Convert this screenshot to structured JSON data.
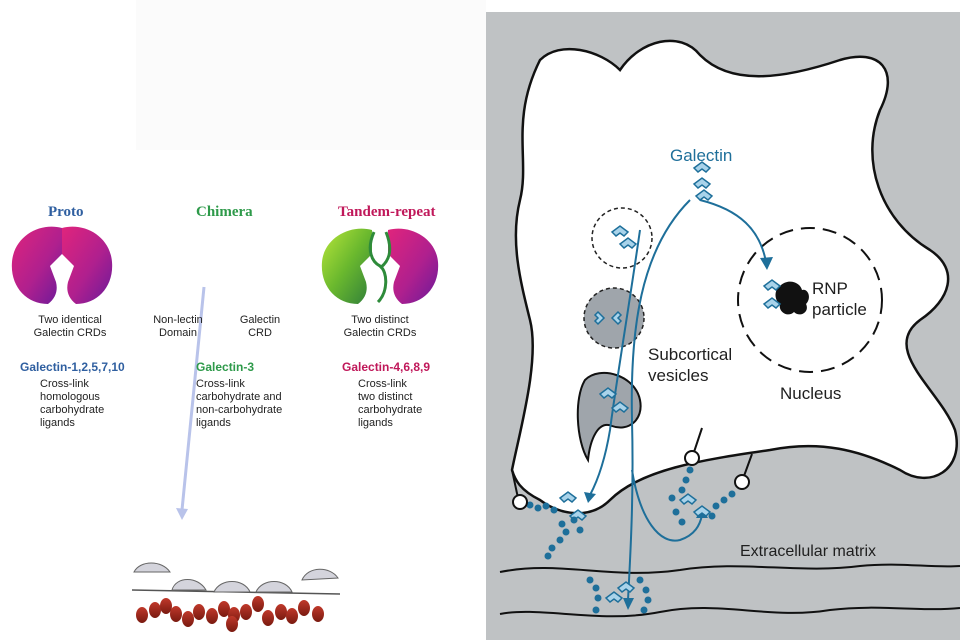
{
  "left_panel": {
    "proto": {
      "title": "Proto",
      "title_color": "#2f5fa0",
      "structure": "Two identical\nGalectin CRDs",
      "members": "Galectin-1,2,5,7,10",
      "members_color": "#2f5fa0",
      "function": "Cross-link\nhomologous\ncarbohydrate\nligands"
    },
    "chimera": {
      "title": "Chimera",
      "title_color": "#2e9a4a",
      "structure_left": "Non-lectin\nDomain",
      "structure_right": "Galectin\nCRD",
      "members": "Galectin-3",
      "members_color": "#2e9a4a",
      "function": "Cross-link\ncarbohydrate and\nnon-carbohydrate\nligands"
    },
    "tandem": {
      "title": "Tandem-repeat",
      "title_color": "#c0185a",
      "structure": "Two distinct\nGalectin CRDs",
      "members": "Galectin-4,6,8,9",
      "members_color": "#c0185a",
      "function": "Cross-link\ntwo distinct\ncarbohydrate\nligands"
    }
  },
  "right_panel": {
    "galectin_label": "Galectin",
    "rnp_label": "RNP\nparticle",
    "nucleus_label": "Nucleus",
    "vesicles_label": "Subcortical\nvesicles",
    "ecm_label": "Extracellular matrix",
    "accent_color": "#1e6f9a"
  }
}
